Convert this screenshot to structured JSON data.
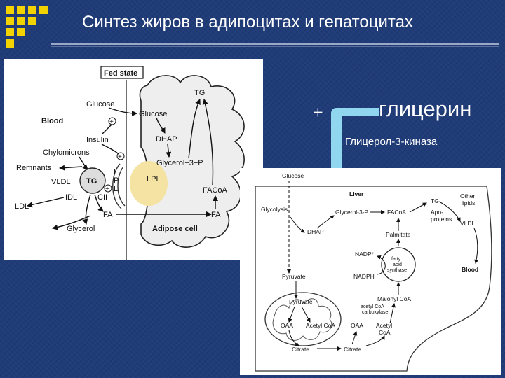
{
  "slide": {
    "title": "Синтез жиров в адипоцитах и гепатоцитах",
    "plus_sign": "+",
    "glycerin": "глицерин",
    "kinase": "Глицерол-3-киназа"
  },
  "colors": {
    "background": "#1f3b78",
    "logo": "#f2d300",
    "lpl_fill": "#f5e3a3",
    "arrow_fill": "#8fd6ee",
    "cell_fill": "#eeeeee"
  },
  "adipose_diagram": {
    "fed_state": "Fed state",
    "blood": "Blood",
    "glucose_blood": "Glucose",
    "glucose_cell": "Glucose",
    "insulin": "Insulin",
    "chylomicrons": "Chylomicrons",
    "remnants": "Remnants",
    "vldl": "VLDL",
    "idl": "IDL",
    "ldl": "LDL",
    "tg_lipoprotein": "TG",
    "cii": "CII",
    "lpl_letters": [
      "L",
      "P",
      "L"
    ],
    "lpl": "LPL",
    "fa_blood": "FA",
    "glycerol": "Glycerol",
    "tg_cell": "TG",
    "dhap": "DHAP",
    "glycerol_3p": "Glycerol−3−P",
    "facoa": "FACoA",
    "fa_cell": "FA",
    "adipose_cell": "Adipose cell",
    "plus_mark": "+"
  },
  "liver_diagram": {
    "glucose": "Glucose",
    "liver": "Liver",
    "glycolysis": "Glycolysis",
    "glycerol_3p": "Glycerol-3-P",
    "facoa": "FACoA",
    "tg": "TG",
    "other_lipids": [
      "Other",
      "lipids"
    ],
    "apoproteins": [
      "Apo-",
      "proteins"
    ],
    "vldl": "VLDL",
    "dhap": "DHAP",
    "palmitate": "Palmitate",
    "nadp": "NADP⁺",
    "fatty_acid_synthase": [
      "fatty",
      "acid",
      "synthase"
    ],
    "nadph": "NADPH",
    "blood": "Blood",
    "pyruvate_cytosol": "Pyruvate",
    "pyruvate_mito": "Pyruvate",
    "malonyl_coa": "Malonyl CoA",
    "acetyl_coa_carboxylase": [
      "acetyl CoA",
      "carboxylase"
    ],
    "oaa_mito": "OAA",
    "acetyl_coa_mito": "Acetyl CoA",
    "oaa_cyto": "OAA",
    "acetyl_coa_cyto": [
      "Acetyl",
      "CoA"
    ],
    "citrate_mito": "Citrate",
    "citrate_cyto": "Citrate"
  }
}
